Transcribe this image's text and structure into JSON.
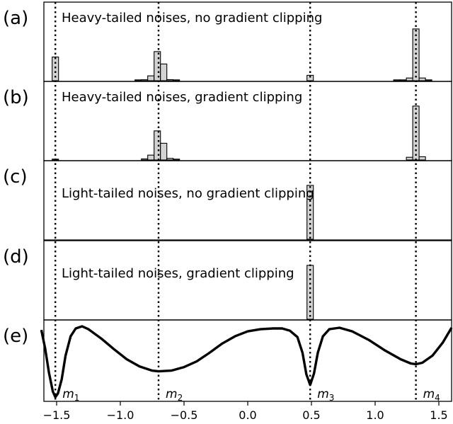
{
  "chart_data": {
    "type": "bar",
    "xlim": [
      -1.6,
      1.6
    ],
    "x_ticks": [
      -1.5,
      -1.0,
      -0.5,
      0.0,
      0.5,
      1.0,
      1.5
    ],
    "x_tick_labels": [
      "−1.5",
      "−1.0",
      "−0.5",
      "0.0",
      "0.5",
      "1.0",
      "1.5"
    ],
    "minima": [
      {
        "x": -1.51,
        "label": "m",
        "sub": "1"
      },
      {
        "x": -0.7,
        "label": "m",
        "sub": "2"
      },
      {
        "x": 0.49,
        "label": "m",
        "sub": "3"
      },
      {
        "x": 1.32,
        "label": "m",
        "sub": "4"
      }
    ],
    "bin_width": 0.05,
    "panels": [
      {
        "label": "(a)",
        "title": "Heavy-tailed noises, no gradient clipping",
        "bins": [
          {
            "x": -1.51,
            "h": 0.44
          },
          {
            "x": -0.86,
            "h": 0.006
          },
          {
            "x": -0.81,
            "h": 0.018
          },
          {
            "x": -0.76,
            "h": 0.09
          },
          {
            "x": -0.71,
            "h": 0.54
          },
          {
            "x": -0.66,
            "h": 0.31
          },
          {
            "x": -0.61,
            "h": 0.02
          },
          {
            "x": -0.56,
            "h": 0.006
          },
          {
            "x": 0.49,
            "h": 0.1
          },
          {
            "x": 1.17,
            "h": 0.006
          },
          {
            "x": 1.22,
            "h": 0.01
          },
          {
            "x": 1.27,
            "h": 0.05
          },
          {
            "x": 1.32,
            "h": 0.96
          },
          {
            "x": 1.37,
            "h": 0.05
          },
          {
            "x": 1.42,
            "h": 0.01
          }
        ]
      },
      {
        "label": "(b)",
        "title": "Heavy-tailed noises, gradient clipping",
        "bins": [
          {
            "x": -1.51,
            "h": 0.012
          },
          {
            "x": -0.81,
            "h": 0.02
          },
          {
            "x": -0.76,
            "h": 0.09
          },
          {
            "x": -0.71,
            "h": 0.54
          },
          {
            "x": -0.66,
            "h": 0.31
          },
          {
            "x": -0.61,
            "h": 0.03
          },
          {
            "x": -0.56,
            "h": 0.008
          },
          {
            "x": 1.27,
            "h": 0.05
          },
          {
            "x": 1.32,
            "h": 1.0
          },
          {
            "x": 1.37,
            "h": 0.06
          }
        ]
      },
      {
        "label": "(c)",
        "title": "Light-tailed noises, no gradient clipping",
        "bins": [
          {
            "x": 0.49,
            "h": 1.0
          }
        ]
      },
      {
        "label": "(d)",
        "title": "Light-tailed noises, gradient clipping",
        "bins": [
          {
            "x": 0.49,
            "h": 1.0
          }
        ]
      }
    ],
    "curve_panel": {
      "label": "(e)",
      "curve": [
        [
          -1.62,
          0.94
        ],
        [
          -1.59,
          0.68
        ],
        [
          -1.56,
          0.34
        ],
        [
          -1.53,
          0.08
        ],
        [
          -1.51,
          0.0
        ],
        [
          -1.49,
          0.05
        ],
        [
          -1.46,
          0.25
        ],
        [
          -1.43,
          0.58
        ],
        [
          -1.39,
          0.85
        ],
        [
          -1.35,
          0.96
        ],
        [
          -1.3,
          0.99
        ],
        [
          -1.25,
          0.95
        ],
        [
          -1.15,
          0.82
        ],
        [
          -1.05,
          0.67
        ],
        [
          -0.95,
          0.53
        ],
        [
          -0.85,
          0.43
        ],
        [
          -0.75,
          0.37
        ],
        [
          -0.7,
          0.36
        ],
        [
          -0.6,
          0.37
        ],
        [
          -0.5,
          0.42
        ],
        [
          -0.4,
          0.5
        ],
        [
          -0.3,
          0.62
        ],
        [
          -0.2,
          0.75
        ],
        [
          -0.1,
          0.85
        ],
        [
          0.0,
          0.92
        ],
        [
          0.1,
          0.95
        ],
        [
          0.2,
          0.96
        ],
        [
          0.27,
          0.96
        ],
        [
          0.33,
          0.93
        ],
        [
          0.39,
          0.84
        ],
        [
          0.43,
          0.62
        ],
        [
          0.46,
          0.32
        ],
        [
          0.49,
          0.17
        ],
        [
          0.52,
          0.33
        ],
        [
          0.55,
          0.62
        ],
        [
          0.59,
          0.85
        ],
        [
          0.64,
          0.95
        ],
        [
          0.72,
          0.97
        ],
        [
          0.82,
          0.92
        ],
        [
          0.95,
          0.8
        ],
        [
          1.08,
          0.65
        ],
        [
          1.2,
          0.53
        ],
        [
          1.28,
          0.47
        ],
        [
          1.32,
          0.46
        ],
        [
          1.37,
          0.48
        ],
        [
          1.45,
          0.58
        ],
        [
          1.53,
          0.76
        ],
        [
          1.6,
          0.97
        ]
      ]
    }
  }
}
